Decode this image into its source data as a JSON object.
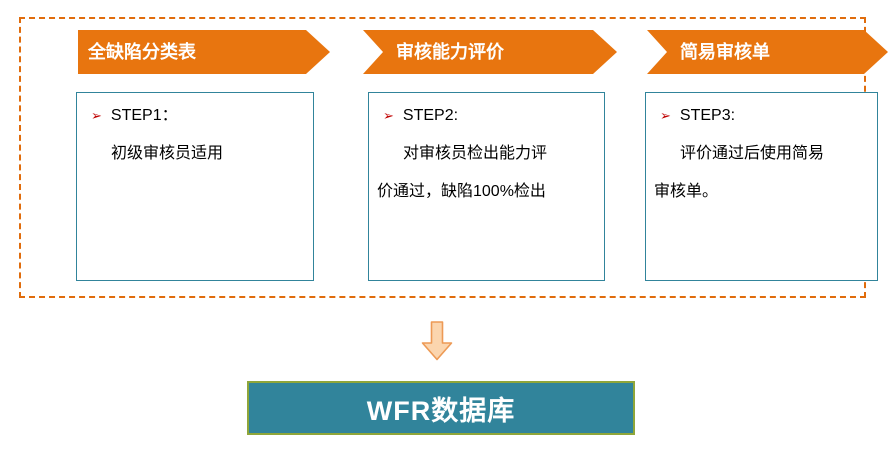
{
  "banners": [
    {
      "label": "全缺陷分类表"
    },
    {
      "label": "审核能力评价"
    },
    {
      "label": "简易审核单"
    }
  ],
  "steps": [
    {
      "bullet": "➢",
      "title": "STEP1：",
      "body": "初级审核员适用"
    },
    {
      "bullet": "➢",
      "title": "STEP2:",
      "body": "对审核员检出能力评价通过，缺陷100%检出"
    },
    {
      "bullet": "➢",
      "title": "STEP3:",
      "body": "评价通过后使用简易审核单。"
    }
  ],
  "database": {
    "label": "WFR数据库"
  },
  "colors": {
    "banner_fill": "#E8750F",
    "banner_text": "#FFFFFF",
    "frame_border": "#E06C0C",
    "box_border": "#31849B",
    "bullet": "#C00000",
    "step_text": "#000000",
    "arrow_fill": "#FBD5AE",
    "arrow_stroke": "#ED9A55",
    "db_fill": "#31849B",
    "db_border": "#8FA63A",
    "db_text": "#FFFFFF"
  }
}
